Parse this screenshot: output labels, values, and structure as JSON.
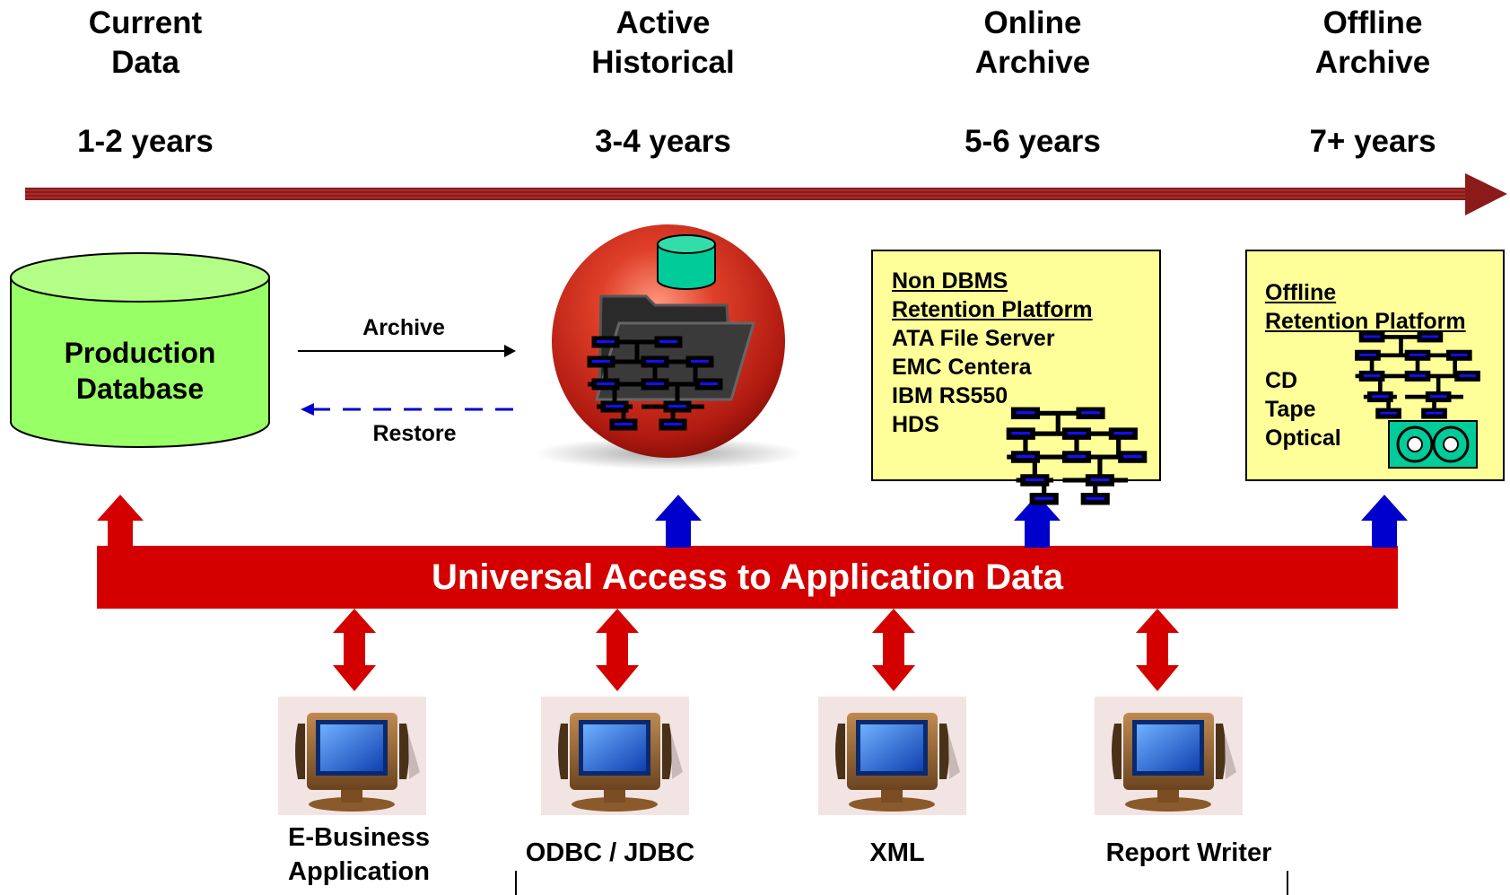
{
  "phases": [
    {
      "title": "Current\nData",
      "duration": "1-2 years"
    },
    {
      "title": "Active\nHistorical",
      "duration": "3-4 years"
    },
    {
      "title": "Online\nArchive",
      "duration": "5-6 years"
    },
    {
      "title": "Offline\nArchive",
      "duration": "7+ years"
    }
  ],
  "production_db": {
    "label": "Production\nDatabase"
  },
  "flows": {
    "archive": "Archive",
    "restore": "Restore"
  },
  "online_box": {
    "heading": [
      "Non DBMS",
      "Retention Platform"
    ],
    "items": [
      "ATA File Server",
      "EMC Centera",
      "IBM RS550",
      "HDS"
    ]
  },
  "offline_box": {
    "heading": [
      "Offline",
      "Retention Platform"
    ],
    "items": [
      "CD",
      "Tape",
      "Optical"
    ]
  },
  "access_bar": {
    "label": "Universal Access to Application Data"
  },
  "clients": [
    {
      "label": "E-Business\nApplication"
    },
    {
      "label": "ODBC / JDBC"
    },
    {
      "label": "XML"
    },
    {
      "label": "Report Writer"
    }
  ],
  "colors": {
    "timeline": "#8b1a1a",
    "access_bar": "#d40000",
    "up_arrow_production": "#d40000",
    "up_arrow_archive": "#0000cc",
    "db_fill": "#99ff66",
    "box_fill": "#ffff99",
    "restore_arrow": "#0000cc",
    "sphere": "#cc2a1a",
    "cylinder_small": "#00cc99"
  }
}
